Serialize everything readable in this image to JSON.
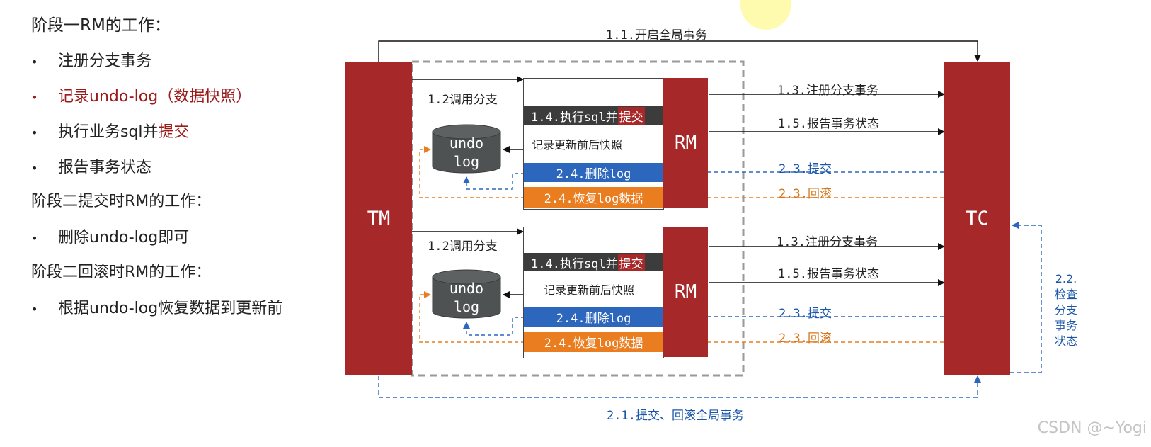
{
  "left": {
    "heading1": "阶段一RM的工作：",
    "phase1_items": [
      {
        "text": "注册分支事务"
      },
      {
        "text": "记录undo-log（数据快照）"
      },
      {
        "text": "执行业务sql并",
        "highlight": "提交"
      },
      {
        "text": "报告事务状态"
      }
    ],
    "heading2": "阶段二提交时RM的工作：",
    "phase2_items": [
      {
        "text": "删除undo-log即可"
      }
    ],
    "heading3": "阶段二回滚时RM的工作：",
    "phase3_items": [
      {
        "text": "根据undo-log恢复数据到更新前"
      }
    ]
  },
  "diagram": {
    "tm": "TM",
    "tc": "TC",
    "rm": "RM",
    "begin_global": "1.1.开启全局事务",
    "call_branch": "1.2调用分支",
    "register_branch": "1.3.注册分支事务",
    "exec_sql": "1.4.执行sql并",
    "exec_commit": "提交",
    "report_status": "1.5.报告事务状态",
    "record_snapshot": "记录更新前后快照",
    "delete_log": "2.4.删除log",
    "restore_log": "2.4.恢复log数据",
    "commit_label": "2.3.提交",
    "rollback_label": "2.3.回滚",
    "db_line1": "undo",
    "db_line2": "log",
    "check_branch": [
      "2.2.",
      "检查",
      "分支",
      "事务",
      "状态"
    ],
    "global_commit_rollback": "2.1.提交、回滚全局事务"
  },
  "watermark": "CSDN @~Yogi",
  "colors": {
    "dark_red": "#a72828",
    "blue": "#2d67bd",
    "orange": "#ea7d1f",
    "dark_gray": "#3c3c3c"
  }
}
